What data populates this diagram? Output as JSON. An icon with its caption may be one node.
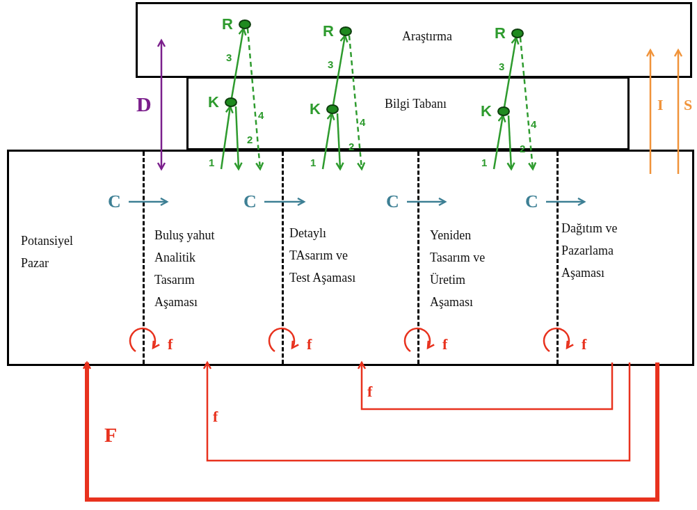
{
  "diagram": {
    "nodes": [
      {
        "text": [
          "Araştırma"
        ]
      },
      {
        "text": [],
        "shape": "circle",
        "beside": [
          "R"
        ],
        "in": 0
      },
      {
        "text": [],
        "shape": "circle",
        "beside": [
          "R"
        ],
        "in": 0
      },
      {
        "text": [],
        "shape": "circle",
        "beside": [
          "R"
        ],
        "in": 0
      },
      {
        "text": [
          "Bilgi Tabanı"
        ]
      },
      {
        "text": [],
        "shape": "circle",
        "beside": [
          "K"
        ],
        "in": 4
      },
      {
        "text": [],
        "shape": "circle",
        "beside": [
          "K"
        ],
        "in": 4
      },
      {
        "text": [],
        "shape": "circle",
        "beside": [
          "K"
        ],
        "in": 4
      },
      {
        "text": [],
        "shape": "box"
      },
      {
        "text": [
          "Potansiyel Pazar"
        ],
        "in": 8
      },
      {
        "text": [
          "Buluş yahut Analitik Tasarım Aşaması"
        ],
        "in": 8
      },
      {
        "text": [
          "Detaylı TAsarım ve Test Aşaması"
        ],
        "in": 8
      },
      {
        "text": [
          "Yeniden Tasarım ve Üretim Aşaması"
        ],
        "in": 8
      },
      {
        "text": [
          "Dağıtım ve Pazarlama Aşaması"
        ],
        "in": 8
      }
    ],
    "edges": [
      {
        "from": 0,
        "to": 10,
        "arrow": "both",
        "label": "D",
        "color": "#7b1f8c"
      },
      {
        "from": 9,
        "to": 10,
        "arrow": "to",
        "label": "C",
        "color": "#3d7f94"
      },
      {
        "from": 10,
        "to": 11,
        "arrow": "to",
        "label": "C",
        "color": "#3d7f94"
      },
      {
        "from": 11,
        "to": 12,
        "arrow": "to",
        "label": "C",
        "color": "#3d7f94"
      },
      {
        "from": 12,
        "to": 13,
        "arrow": "to",
        "label": "C",
        "color": "#3d7f94"
      },
      {
        "from": 10,
        "to": 5,
        "arrow": "to",
        "label": "1",
        "color": "#2e9b2e"
      },
      {
        "from": 5,
        "to": 1,
        "arrow": "to",
        "label": "3",
        "color": "#2e9b2e"
      },
      {
        "from": 5,
        "to": 10,
        "arrow": "to",
        "label": "2",
        "color": "#2e9b2e"
      },
      {
        "from": 1,
        "to": 10,
        "arrow": "to",
        "label": "4",
        "style": "dashed",
        "color": "#2e9b2e"
      },
      {
        "from": 11,
        "to": 6,
        "arrow": "to",
        "label": "1",
        "color": "#2e9b2e"
      },
      {
        "from": 6,
        "to": 2,
        "arrow": "to",
        "label": "3",
        "color": "#2e9b2e"
      },
      {
        "from": 6,
        "to": 11,
        "arrow": "to",
        "label": "2",
        "color": "#2e9b2e"
      },
      {
        "from": 2,
        "to": 11,
        "arrow": "to",
        "label": "4",
        "style": "dashed",
        "color": "#2e9b2e"
      },
      {
        "from": 12,
        "to": 7,
        "arrow": "to",
        "label": "1",
        "color": "#2e9b2e"
      },
      {
        "from": 7,
        "to": 3,
        "arrow": "to",
        "label": "3",
        "color": "#2e9b2e"
      },
      {
        "from": 7,
        "to": 12,
        "arrow": "to",
        "label": "2",
        "color": "#2e9b2e"
      },
      {
        "from": 3,
        "to": 12,
        "arrow": "to",
        "label": "4",
        "style": "dashed",
        "color": "#2e9b2e"
      },
      {
        "from": 9,
        "to": 10,
        "arrow": "to",
        "label": "f",
        "color": "#e8321e"
      },
      {
        "from": 10,
        "to": 11,
        "arrow": "to",
        "label": "f",
        "color": "#e8321e"
      },
      {
        "from": 11,
        "to": 12,
        "arrow": "to",
        "label": "f",
        "color": "#e8321e"
      },
      {
        "from": 12,
        "to": 13,
        "arrow": "to",
        "label": "f",
        "color": "#e8321e"
      },
      {
        "from": 13,
        "to": 11,
        "arrow": "to",
        "label": "f",
        "color": "#e8321e"
      },
      {
        "from": 13,
        "to": 10,
        "arrow": "to",
        "label": "f",
        "color": "#e8321e"
      },
      {
        "from": 13,
        "to": 9,
        "arrow": "to",
        "label": "F",
        "style": "thick",
        "color": "#e8321e"
      },
      {
        "from": 13,
        "to": 0,
        "arrow": "to",
        "label": "I",
        "color": "#f0933a"
      },
      {
        "from": 13,
        "to": 0,
        "arrow": "to",
        "label": "S",
        "color": "#f0933a"
      }
    ]
  }
}
